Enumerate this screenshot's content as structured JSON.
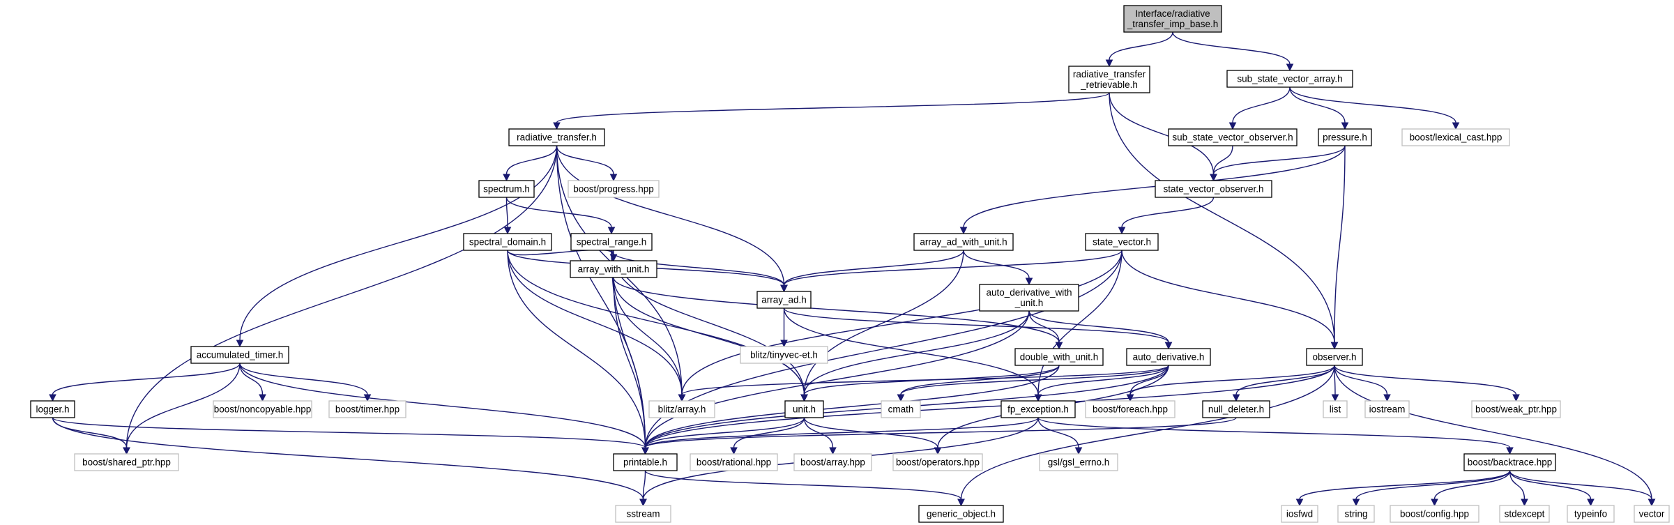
{
  "diagram": {
    "nodes": [
      {
        "id": "root",
        "lines": [
          "Interface/radiative",
          "_transfer_imp_base.h"
        ],
        "kind": "root"
      },
      {
        "id": "rt_retrievable",
        "lines": [
          "radiative_transfer",
          "_retrievable.h"
        ],
        "kind": "local"
      },
      {
        "id": "ssva",
        "lines": [
          "sub_state_vector_array.h"
        ],
        "kind": "local"
      },
      {
        "id": "radiative_transfer",
        "lines": [
          "radiative_transfer.h"
        ],
        "kind": "local"
      },
      {
        "id": "ssvo",
        "lines": [
          "sub_state_vector_observer.h"
        ],
        "kind": "local"
      },
      {
        "id": "pressure",
        "lines": [
          "pressure.h"
        ],
        "kind": "local"
      },
      {
        "id": "lexical_cast",
        "lines": [
          "boost/lexical_cast.hpp"
        ],
        "kind": "external"
      },
      {
        "id": "spectrum",
        "lines": [
          "spectrum.h"
        ],
        "kind": "local"
      },
      {
        "id": "boost_progress",
        "lines": [
          "boost/progress.hpp"
        ],
        "kind": "external"
      },
      {
        "id": "svo",
        "lines": [
          "state_vector_observer.h"
        ],
        "kind": "local"
      },
      {
        "id": "spectral_domain",
        "lines": [
          "spectral_domain.h"
        ],
        "kind": "local"
      },
      {
        "id": "spectral_range",
        "lines": [
          "spectral_range.h"
        ],
        "kind": "local"
      },
      {
        "id": "array_ad_with_unit",
        "lines": [
          "array_ad_with_unit.h"
        ],
        "kind": "local"
      },
      {
        "id": "state_vector",
        "lines": [
          "state_vector.h"
        ],
        "kind": "local"
      },
      {
        "id": "array_with_unit",
        "lines": [
          "array_with_unit.h"
        ],
        "kind": "local"
      },
      {
        "id": "array_ad",
        "lines": [
          "array_ad.h"
        ],
        "kind": "local"
      },
      {
        "id": "auto_derivative_with_unit",
        "lines": [
          "auto_derivative_with",
          "_unit.h"
        ],
        "kind": "local"
      },
      {
        "id": "tinyvec",
        "lines": [
          "blitz/tinyvec-et.h"
        ],
        "kind": "external"
      },
      {
        "id": "accumulated_timer",
        "lines": [
          "accumulated_timer.h"
        ],
        "kind": "local"
      },
      {
        "id": "double_with_unit",
        "lines": [
          "double_with_unit.h"
        ],
        "kind": "local"
      },
      {
        "id": "auto_derivative",
        "lines": [
          "auto_derivative.h"
        ],
        "kind": "local"
      },
      {
        "id": "observer",
        "lines": [
          "observer.h"
        ],
        "kind": "local"
      },
      {
        "id": "logger",
        "lines": [
          "logger.h"
        ],
        "kind": "local"
      },
      {
        "id": "noncopyable",
        "lines": [
          "boost/noncopyable.hpp"
        ],
        "kind": "external"
      },
      {
        "id": "boost_timer",
        "lines": [
          "boost/timer.hpp"
        ],
        "kind": "external"
      },
      {
        "id": "blitz_array",
        "lines": [
          "blitz/array.h"
        ],
        "kind": "external"
      },
      {
        "id": "unit",
        "lines": [
          "unit.h"
        ],
        "kind": "local"
      },
      {
        "id": "cmath",
        "lines": [
          "cmath"
        ],
        "kind": "external"
      },
      {
        "id": "fp_exception",
        "lines": [
          "fp_exception.h"
        ],
        "kind": "local"
      },
      {
        "id": "boost_foreach",
        "lines": [
          "boost/foreach.hpp"
        ],
        "kind": "external"
      },
      {
        "id": "null_deleter",
        "lines": [
          "null_deleter.h"
        ],
        "kind": "local"
      },
      {
        "id": "list",
        "lines": [
          "list"
        ],
        "kind": "external"
      },
      {
        "id": "iostream",
        "lines": [
          "iostream"
        ],
        "kind": "external"
      },
      {
        "id": "weak_ptr",
        "lines": [
          "boost/weak_ptr.hpp"
        ],
        "kind": "external"
      },
      {
        "id": "shared_ptr",
        "lines": [
          "boost/shared_ptr.hpp"
        ],
        "kind": "external"
      },
      {
        "id": "printable",
        "lines": [
          "printable.h"
        ],
        "kind": "local"
      },
      {
        "id": "rational",
        "lines": [
          "boost/rational.hpp"
        ],
        "kind": "external"
      },
      {
        "id": "boost_array",
        "lines": [
          "boost/array.hpp"
        ],
        "kind": "external"
      },
      {
        "id": "operators",
        "lines": [
          "boost/operators.hpp"
        ],
        "kind": "external"
      },
      {
        "id": "gsl_errno",
        "lines": [
          "gsl/gsl_errno.h"
        ],
        "kind": "external"
      },
      {
        "id": "backtrace",
        "lines": [
          "boost/backtrace.hpp"
        ],
        "kind": "local"
      },
      {
        "id": "sstream",
        "lines": [
          "sstream"
        ],
        "kind": "external"
      },
      {
        "id": "generic_object",
        "lines": [
          "generic_object.h"
        ],
        "kind": "local"
      },
      {
        "id": "iosfwd",
        "lines": [
          "iosfwd"
        ],
        "kind": "external"
      },
      {
        "id": "string",
        "lines": [
          "string"
        ],
        "kind": "external"
      },
      {
        "id": "boost_config",
        "lines": [
          "boost/config.hpp"
        ],
        "kind": "external"
      },
      {
        "id": "stdexcept",
        "lines": [
          "stdexcept"
        ],
        "kind": "external"
      },
      {
        "id": "typeinfo",
        "lines": [
          "typeinfo"
        ],
        "kind": "external"
      },
      {
        "id": "vector",
        "lines": [
          "vector"
        ],
        "kind": "external"
      }
    ],
    "edges": [
      [
        "root",
        "rt_retrievable"
      ],
      [
        "root",
        "ssva"
      ],
      [
        "rt_retrievable",
        "radiative_transfer"
      ],
      [
        "rt_retrievable",
        "svo"
      ],
      [
        "rt_retrievable",
        "observer"
      ],
      [
        "ssva",
        "ssvo"
      ],
      [
        "ssva",
        "pressure"
      ],
      [
        "ssva",
        "lexical_cast"
      ],
      [
        "ssvo",
        "svo"
      ],
      [
        "pressure",
        "svo"
      ],
      [
        "pressure",
        "array_ad_with_unit"
      ],
      [
        "pressure",
        "observer"
      ],
      [
        "svo",
        "state_vector"
      ],
      [
        "radiative_transfer",
        "spectrum"
      ],
      [
        "radiative_transfer",
        "boost_progress"
      ],
      [
        "radiative_transfer",
        "array_ad"
      ],
      [
        "radiative_transfer",
        "accumulated_timer"
      ],
      [
        "radiative_transfer",
        "blitz_array"
      ],
      [
        "radiative_transfer",
        "printable"
      ],
      [
        "radiative_transfer",
        "shared_ptr"
      ],
      [
        "spectrum",
        "spectral_domain"
      ],
      [
        "spectrum",
        "spectral_range"
      ],
      [
        "spectral_domain",
        "array_with_unit"
      ],
      [
        "spectral_domain",
        "array_ad"
      ],
      [
        "spectral_domain",
        "blitz_array"
      ],
      [
        "spectral_domain",
        "unit"
      ],
      [
        "spectral_domain",
        "printable"
      ],
      [
        "spectral_range",
        "array_with_unit"
      ],
      [
        "spectral_range",
        "array_ad"
      ],
      [
        "spectral_range",
        "unit"
      ],
      [
        "spectral_range",
        "printable"
      ],
      [
        "array_ad_with_unit",
        "array_ad"
      ],
      [
        "array_ad_with_unit",
        "auto_derivative_with_unit"
      ],
      [
        "array_ad_with_unit",
        "unit"
      ],
      [
        "state_vector",
        "array_ad"
      ],
      [
        "state_vector",
        "observer"
      ],
      [
        "state_vector",
        "fp_exception"
      ],
      [
        "state_vector",
        "blitz_array"
      ],
      [
        "state_vector",
        "printable"
      ],
      [
        "array_with_unit",
        "double_with_unit"
      ],
      [
        "array_with_unit",
        "blitz_array"
      ],
      [
        "array_with_unit",
        "unit"
      ],
      [
        "array_with_unit",
        "printable"
      ],
      [
        "array_ad",
        "tinyvec"
      ],
      [
        "array_ad",
        "auto_derivative"
      ],
      [
        "array_ad",
        "fp_exception"
      ],
      [
        "auto_derivative_with_unit",
        "double_with_unit"
      ],
      [
        "auto_derivative_with_unit",
        "auto_derivative"
      ],
      [
        "auto_derivative_with_unit",
        "unit"
      ],
      [
        "auto_derivative_with_unit",
        "printable"
      ],
      [
        "double_with_unit",
        "unit"
      ],
      [
        "double_with_unit",
        "cmath"
      ],
      [
        "double_with_unit",
        "printable"
      ],
      [
        "auto_derivative",
        "blitz_array"
      ],
      [
        "auto_derivative",
        "cmath"
      ],
      [
        "auto_derivative",
        "fp_exception"
      ],
      [
        "auto_derivative",
        "boost_foreach"
      ],
      [
        "auto_derivative",
        "operators"
      ],
      [
        "auto_derivative",
        "printable"
      ],
      [
        "accumulated_timer",
        "logger"
      ],
      [
        "accumulated_timer",
        "noncopyable"
      ],
      [
        "accumulated_timer",
        "boost_timer"
      ],
      [
        "accumulated_timer",
        "shared_ptr"
      ],
      [
        "accumulated_timer",
        "printable"
      ],
      [
        "logger",
        "shared_ptr"
      ],
      [
        "logger",
        "printable"
      ],
      [
        "logger",
        "sstream"
      ],
      [
        "unit",
        "rational"
      ],
      [
        "unit",
        "boost_array"
      ],
      [
        "unit",
        "operators"
      ],
      [
        "unit",
        "printable"
      ],
      [
        "fp_exception",
        "gsl_errno"
      ],
      [
        "fp_exception",
        "backtrace"
      ],
      [
        "fp_exception",
        "sstream"
      ],
      [
        "fp_exception",
        "printable"
      ],
      [
        "observer",
        "boost_foreach"
      ],
      [
        "observer",
        "null_deleter"
      ],
      [
        "observer",
        "list"
      ],
      [
        "observer",
        "iostream"
      ],
      [
        "observer",
        "weak_ptr"
      ],
      [
        "observer",
        "vector"
      ],
      [
        "observer",
        "generic_object"
      ],
      [
        "observer",
        "printable"
      ],
      [
        "null_deleter",
        "printable"
      ],
      [
        "printable",
        "sstream"
      ],
      [
        "printable",
        "generic_object"
      ],
      [
        "backtrace",
        "iosfwd"
      ],
      [
        "backtrace",
        "string"
      ],
      [
        "backtrace",
        "boost_config"
      ],
      [
        "backtrace",
        "stdexcept"
      ],
      [
        "backtrace",
        "typeinfo"
      ],
      [
        "backtrace",
        "vector"
      ]
    ]
  }
}
